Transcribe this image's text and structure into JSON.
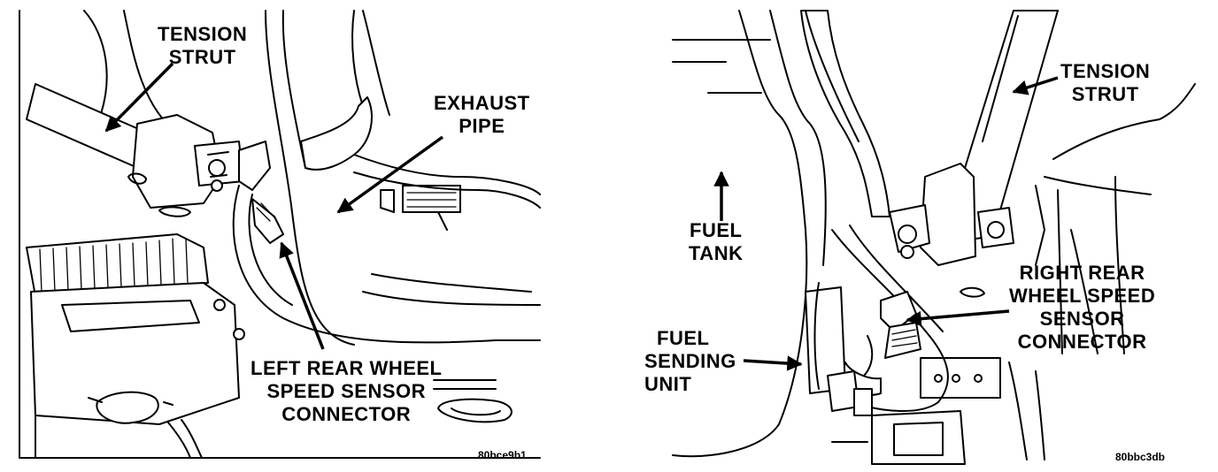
{
  "left_panel": {
    "labels": {
      "tension_strut": [
        "TENSION",
        "STRUT"
      ],
      "exhaust_pipe": [
        "EXHAUST",
        "PIPE"
      ],
      "left_sensor_connector": [
        "LEFT REAR WHEEL",
        "SPEED SENSOR",
        "CONNECTOR"
      ]
    },
    "figure_code": "80bce9b1"
  },
  "right_panel": {
    "labels": {
      "tension_strut": [
        "TENSION",
        "STRUT"
      ],
      "fuel_tank": [
        "FUEL",
        "TANK"
      ],
      "fuel_sending_unit": [
        "FUEL",
        "SENDING",
        "UNIT"
      ],
      "right_sensor_connector": [
        "RIGHT REAR",
        "WHEEL SPEED",
        "SENSOR",
        "CONNECTOR"
      ]
    },
    "figure_code": "80bbc3db"
  }
}
